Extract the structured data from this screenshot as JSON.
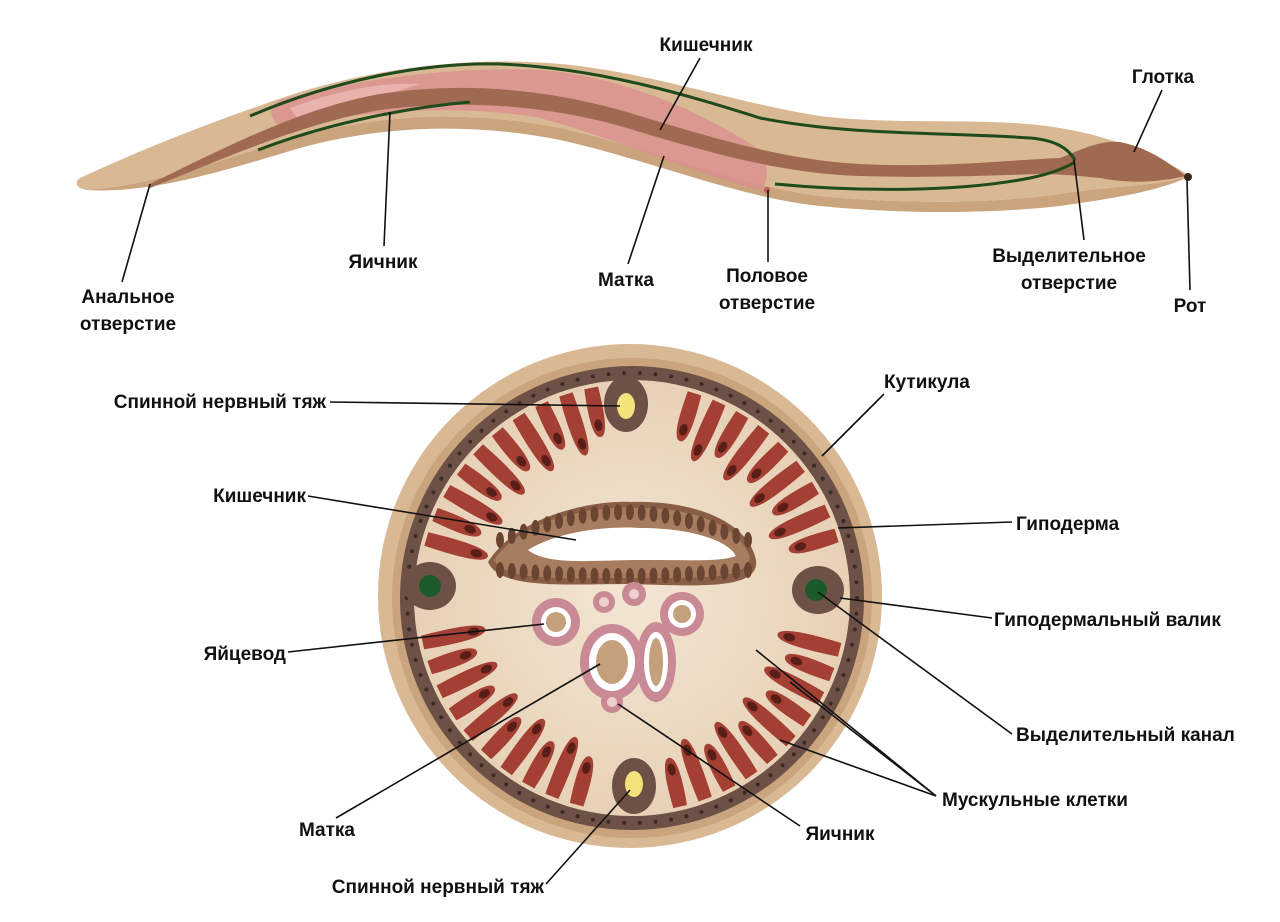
{
  "labels": {
    "worm_intestine": "Кишечник",
    "pharynx": "Глотка",
    "ovary_top": "Яичник",
    "anal_1": "Анальное",
    "anal_2": "отверстие",
    "uterus_top": "Матка",
    "genital_1": "Половое",
    "genital_2": "отверстие",
    "excretory_pore_1": "Выделительное",
    "excretory_pore_2": "отверстие",
    "mouth": "Рот",
    "dorsal_nerve_top": "Спинной нервный тяж",
    "cuticle": "Кутикула",
    "cs_intestine": "Кишечник",
    "hypodermis": "Гиподерма",
    "hypodermal_ridge": "Гиподермальный валик",
    "oviduct": "Яйцевод",
    "excretory_canal": "Выделительный канал",
    "muscle_cells": "Мускульные клетки",
    "uterus_cs": "Матка",
    "ovary_cs": "Яичник",
    "dorsal_nerve_bottom": "Спинной нервный тяж"
  },
  "colors": {
    "body": "#d9b894",
    "body_shade": "#c9a47c",
    "intestine": "#a06a52",
    "uterus": "#d9928f",
    "nerve": "#1f4a1c",
    "muscle": "#a33f33",
    "muscle_dark": "#5a1e19",
    "hypodermis": "#6e5146",
    "cavity": "#ecd9c1",
    "ridge": "#1d5a2a",
    "nerve_core": "#f4e27a"
  }
}
